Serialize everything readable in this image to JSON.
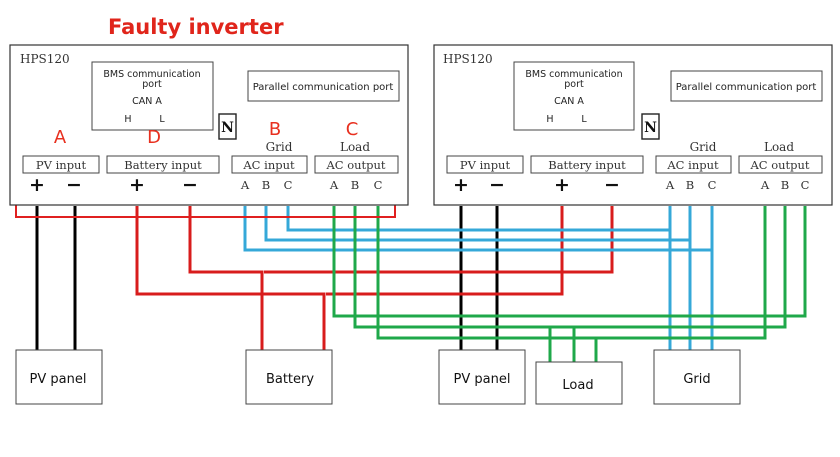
{
  "title": "Faulty inverter",
  "inverter_left": {
    "model": "HPS120",
    "bms_port": [
      "BMS communication",
      "port",
      "CAN A"
    ],
    "bms_pins": [
      "H",
      "L"
    ],
    "parallel_port": "Parallel communication port",
    "neutral": "N",
    "fault_labels": {
      "pv": "A",
      "battery": "D",
      "grid": "B",
      "load": "C"
    },
    "grid_heading": "Grid",
    "load_heading": "Load",
    "terminals": {
      "pv_input": "PV input",
      "battery_input": "Battery input",
      "ac_input": "AC input",
      "ac_output": "AC output"
    },
    "phases": [
      "A",
      "B",
      "C"
    ],
    "plus": "+",
    "minus": "−"
  },
  "inverter_right": {
    "model": "HPS120",
    "bms_port": [
      "BMS communication",
      "port",
      "CAN A"
    ],
    "bms_pins": [
      "H",
      "L"
    ],
    "parallel_port": "Parallel communication port",
    "neutral": "N",
    "grid_heading": "Grid",
    "load_heading": "Load",
    "terminals": {
      "pv_input": "PV input",
      "battery_input": "Battery input",
      "ac_input": "AC input",
      "ac_output": "AC output"
    },
    "phases": [
      "A",
      "B",
      "C"
    ],
    "plus": "+",
    "minus": "−"
  },
  "components": {
    "pv_panel_left": "PV panel",
    "battery": "Battery",
    "pv_panel_right": "PV panel",
    "load": "Load",
    "grid": "Grid"
  },
  "colors": {
    "title_red": "#e0251b",
    "fault_label_red": "#e8301f",
    "highlight_box": "#e02020",
    "pv_wire": "#000000",
    "battery_wire": "#d81c1c",
    "grid_wire": "#35a8d8",
    "load_wire": "#1fa84a"
  }
}
